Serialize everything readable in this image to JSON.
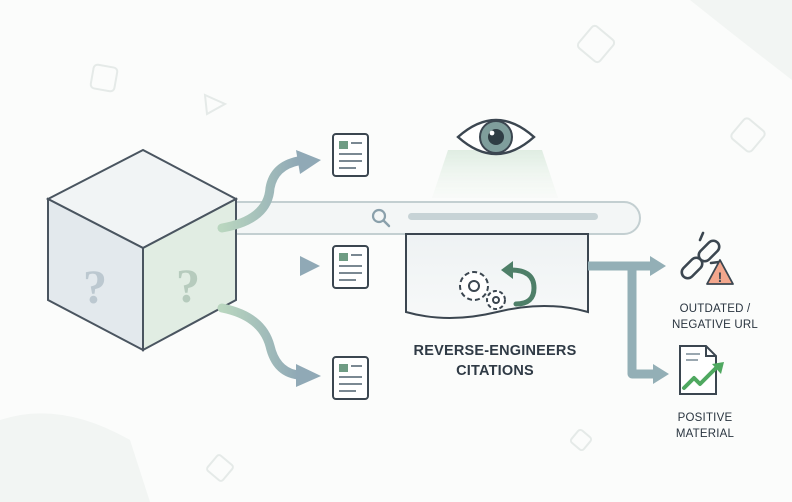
{
  "center_label": {
    "line1": "REVERSE-ENGINEERS",
    "line2": "CITATIONS"
  },
  "outputs": {
    "outdated": {
      "line1": "OUTDATED /",
      "line2": "NEGATIVE URL"
    },
    "positive": {
      "line1": "POSITIVE",
      "line2": "MATERIAL"
    }
  },
  "cube": {
    "question_marks": [
      "?",
      "?"
    ]
  },
  "warning_symbol": "!",
  "icons": [
    "eye-icon",
    "search-icon",
    "gears-icon",
    "refresh-arrow-icon",
    "document-icon",
    "broken-link-icon",
    "warning-icon",
    "trend-chart-icon"
  ],
  "colors": {
    "accent": "#4e7f68",
    "arrow": "#93afb6",
    "outline": "#3b4650",
    "warning": "#f3a78d",
    "trend": "#4fa860"
  }
}
